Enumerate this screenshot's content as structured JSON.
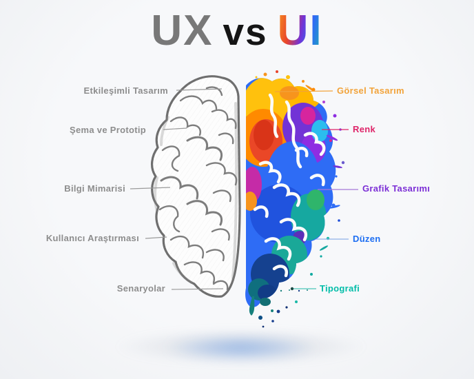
{
  "title": {
    "ux": "UX",
    "vs": "vs",
    "ui": "UI"
  },
  "left_side": {
    "name": "UX",
    "text_color": "#8d8d8d",
    "labels": [
      "Etkileşimli Tasarım",
      "Şema ve Prototip",
      "Bilgi Mimarisi",
      "Kullanıcı Araştırması",
      "Senaryolar"
    ]
  },
  "right_side": {
    "name": "UI",
    "labels": [
      {
        "text": "Görsel Tasarım",
        "color": "#F2A33A"
      },
      {
        "text": "Renk",
        "color": "#DE2569"
      },
      {
        "text": "Grafik Tasarımı",
        "color": "#7C2FD6"
      },
      {
        "text": "Düzen",
        "color": "#1D6EF2"
      },
      {
        "text": "Tipografi",
        "color": "#00BDA8"
      }
    ]
  },
  "illustration": {
    "sketch_stroke": "#6e6e6e",
    "splash_colors": [
      "#FFC10D",
      "#FF8A00",
      "#EA4727",
      "#D6259E",
      "#7233D6",
      "#8E2DE2",
      "#2BBDEE",
      "#2E6CF5",
      "#2053DE",
      "#16A8A0",
      "#2FB56B",
      "#15418F"
    ]
  }
}
